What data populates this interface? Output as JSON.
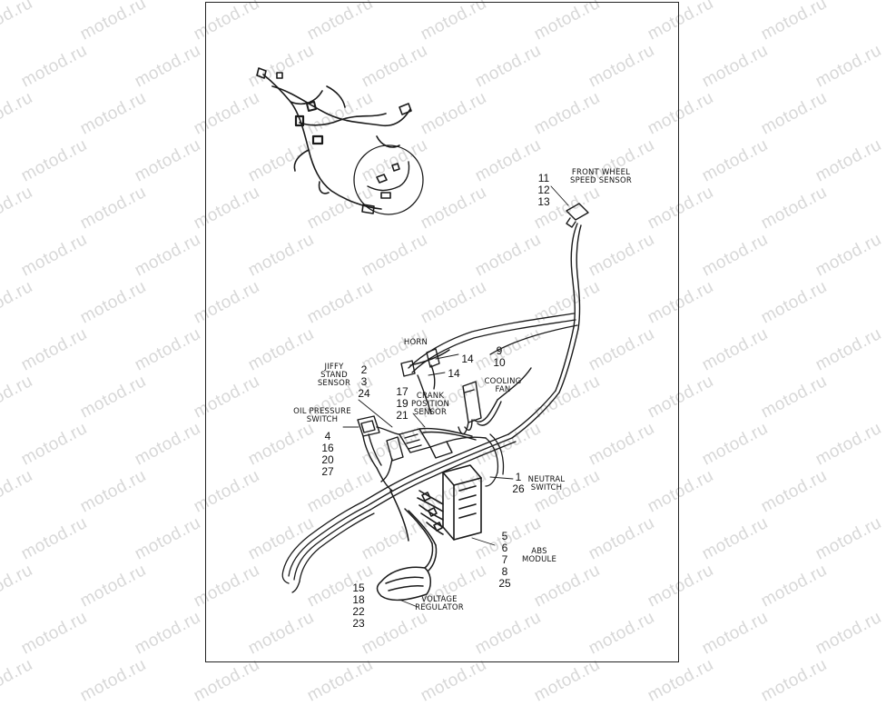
{
  "watermark": "motod.ru",
  "callouts": [
    {
      "id": "front-wheel-speed-sensor",
      "label": "FRONT WHEEL\nSPEED SENSOR",
      "numbers": "11\n12\n13"
    },
    {
      "id": "horn",
      "label": "HORN",
      "numbers": "14"
    },
    {
      "id": "horn-2",
      "label": "",
      "numbers": "14"
    },
    {
      "id": "cooling-fan",
      "label": "COOLING\nFAN",
      "numbers": "9\n10"
    },
    {
      "id": "jiffy-stand-sensor",
      "label": "JIFFY\nSTAND\nSENSOR",
      "numbers": "2\n3\n24"
    },
    {
      "id": "crank-position-sensor",
      "label": "CRANK\nPOSITION\nSENSOR",
      "numbers": "17\n19\n21"
    },
    {
      "id": "oil-pressure-switch",
      "label": "OIL PRESSURE\nSWITCH",
      "numbers": "4\n16\n20\n27"
    },
    {
      "id": "neutral-switch",
      "label": "NEUTRAL\nSWITCH",
      "numbers": "1\n26"
    },
    {
      "id": "abs-module",
      "label": "ABS\nMODULE",
      "numbers": "5\n6\n7\n8\n25"
    },
    {
      "id": "voltage-regulator",
      "label": "VOLTAGE\nREGULATOR",
      "numbers": "15\n18\n22\n23"
    }
  ]
}
